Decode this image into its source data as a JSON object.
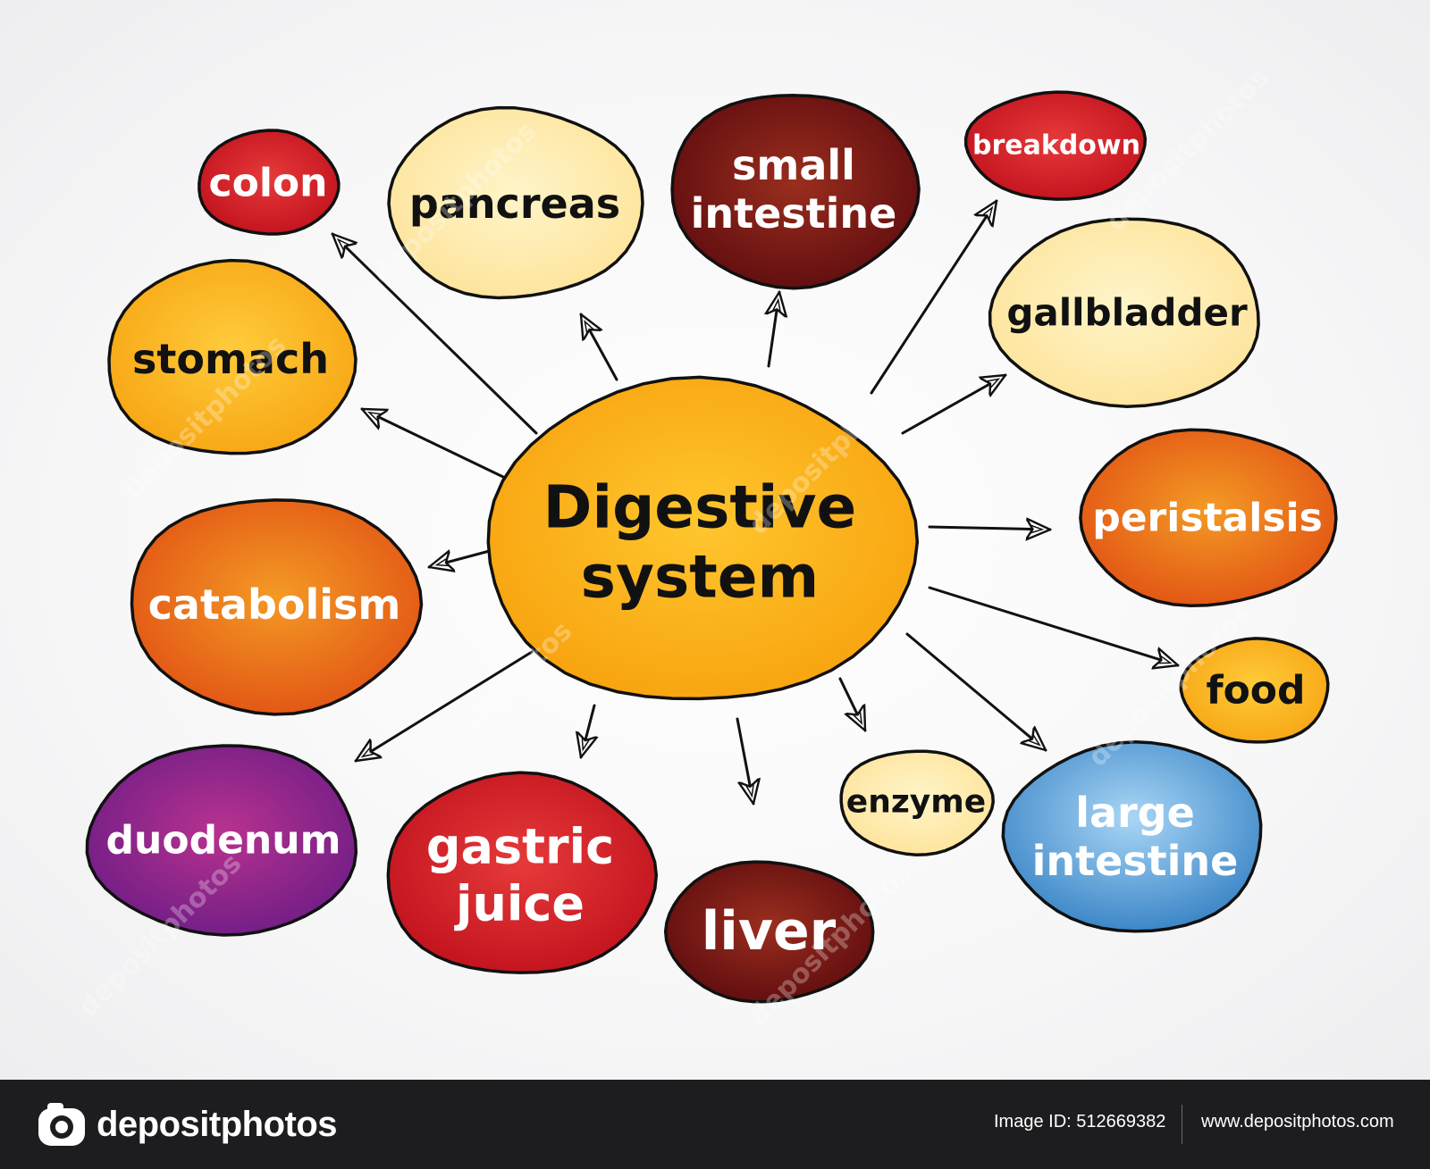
{
  "diagram": {
    "center": {
      "lines": [
        "Digestive",
        "system"
      ]
    },
    "nodes": [
      {
        "id": "colon",
        "lines": [
          "colon"
        ],
        "color": "red"
      },
      {
        "id": "pancreas",
        "lines": [
          "pancreas"
        ],
        "color": "pale-yellow"
      },
      {
        "id": "small-intestine",
        "lines": [
          "small",
          "intestine"
        ],
        "color": "dark-red"
      },
      {
        "id": "breakdown",
        "lines": [
          "breakdown"
        ],
        "color": "red"
      },
      {
        "id": "gallbladder",
        "lines": [
          "gallbladder"
        ],
        "color": "pale-yellow"
      },
      {
        "id": "stomach",
        "lines": [
          "stomach"
        ],
        "color": "orange-yellow"
      },
      {
        "id": "peristalsis",
        "lines": [
          "peristalsis"
        ],
        "color": "orange"
      },
      {
        "id": "catabolism",
        "lines": [
          "catabolism"
        ],
        "color": "orange"
      },
      {
        "id": "food",
        "lines": [
          "food"
        ],
        "color": "orange-yellow"
      },
      {
        "id": "duodenum",
        "lines": [
          "duodenum"
        ],
        "color": "purple"
      },
      {
        "id": "gastric-juice",
        "lines": [
          "gastric",
          "juice"
        ],
        "color": "red"
      },
      {
        "id": "liver",
        "lines": [
          "liver"
        ],
        "color": "dark-red"
      },
      {
        "id": "enzyme",
        "lines": [
          "enzyme"
        ],
        "color": "pale-yellow"
      },
      {
        "id": "large-intestine",
        "lines": [
          "large",
          "intestine"
        ],
        "color": "blue"
      }
    ],
    "watermark": "depositphotos"
  },
  "footer": {
    "brand": "depositphotos",
    "image_id": "Image ID: 512669382",
    "url": "www.depositphotos.com"
  }
}
